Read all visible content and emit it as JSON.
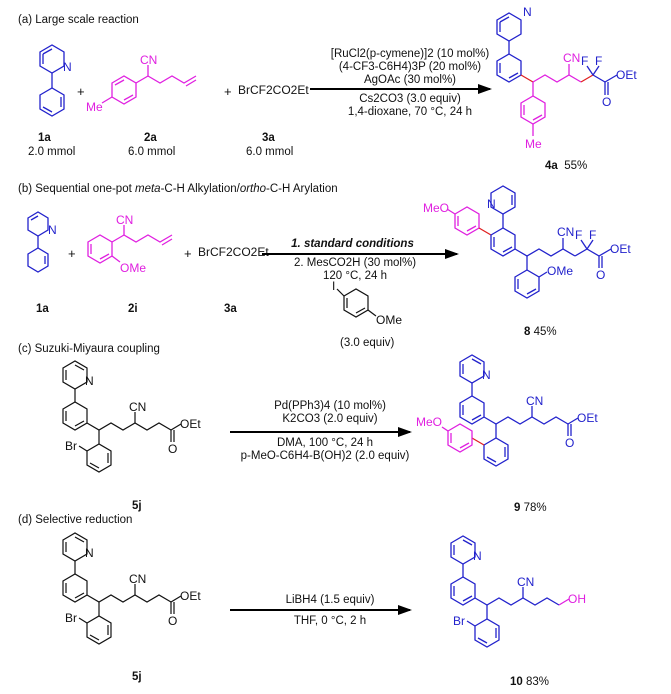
{
  "colors": {
    "blue": "#2222cc",
    "magenta": "#e020e0",
    "red": "#e02020",
    "black": "#111111"
  },
  "a": {
    "title": "(a) Large scale reaction",
    "r1": {
      "id": "1a",
      "amount": "2.0 mmol"
    },
    "r2": {
      "id": "2a",
      "amount": "6.0 mmol",
      "cn": "CN",
      "me": "Me"
    },
    "r3": {
      "id": "3a",
      "amount": "6.0 mmol",
      "formula": "BrCF2CO2Et"
    },
    "plus": "+",
    "conditions": [
      "[RuCl2(p-cymene)]2 (10 mol%)",
      "(4-CF3-C6H4)3P (20 mol%)",
      "AgOAc (30 mol%)",
      "Cs2CO3 (3.0 equiv)",
      "1,4-dioxane, 70 °C, 24 h"
    ],
    "product": {
      "id": "4a",
      "yield": "55%",
      "n": "N",
      "cn": "CN",
      "f": "F",
      "oet": "OEt",
      "o": "O",
      "me": "Me"
    }
  },
  "b": {
    "title_pre": "(b) Sequential one-pot ",
    "title_it1": "meta",
    "title_mid": "-C-H Alkylation/",
    "title_it2": "ortho",
    "title_post": "-C-H Arylation",
    "r1": {
      "id": "1a"
    },
    "r2": {
      "id": "2i",
      "cn": "CN",
      "ome": "OMe"
    },
    "r3": {
      "id": "3a",
      "formula": "BrCF2CO2Et"
    },
    "step1": "1. standard conditions",
    "step2": "2. MesCO2H (30 mol%)",
    "step2b": "120 °C, 24 h",
    "aryl_i": "I",
    "aryl_ome": "OMe",
    "equiv": "(3.0 equiv)",
    "product": {
      "id": "8",
      "yield": "45%",
      "meo": "MeO",
      "n": "N",
      "cn": "CN",
      "f": "F",
      "oet": "OEt",
      "o": "O",
      "ome": "OMe"
    }
  },
  "c": {
    "title": "(c) Suzuki-Miyaura coupling",
    "sm": {
      "id": "5j",
      "n": "N",
      "cn": "CN",
      "br": "Br",
      "oet": "OEt",
      "o": "O"
    },
    "conditions_top": [
      "Pd(PPh3)4 (10 mol%)",
      "K2CO3 (2.0 equiv)"
    ],
    "conditions_bottom": [
      "DMA, 100 °C, 24 h",
      "p-MeO-C6H4-B(OH)2 (2.0 equiv)"
    ],
    "product": {
      "id": "9",
      "yield": "78%",
      "meo": "MeO",
      "n": "N",
      "cn": "CN",
      "oet": "OEt",
      "o": "O"
    }
  },
  "d": {
    "title": "(d) Selective reduction",
    "sm": {
      "id": "5j",
      "n": "N",
      "cn": "CN",
      "br": "Br",
      "oet": "OEt",
      "o": "O"
    },
    "conditions_top": "LiBH4 (1.5 equiv)",
    "conditions_bottom": "THF, 0 °C, 2 h",
    "product": {
      "id": "10",
      "yield": "83%",
      "n": "N",
      "cn": "CN",
      "br": "Br",
      "oh": "OH"
    }
  }
}
